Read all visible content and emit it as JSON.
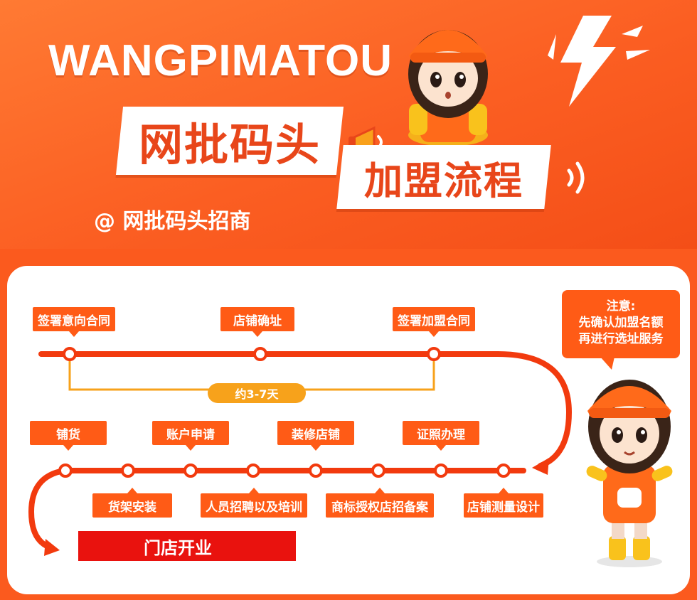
{
  "header": {
    "brand_en": "WANGPIMATOU",
    "title_main": "网批码头",
    "title_sub": "加盟流程",
    "handle": "@ 网批码头招商"
  },
  "flow": {
    "row1": [
      "签署意向合同",
      "店铺确址",
      "签署加盟合同"
    ],
    "duration": "约3-7天",
    "row2_top": [
      "铺货",
      "账户申请",
      "装修店铺",
      "证照办理"
    ],
    "row2_bottom": [
      "货架安装",
      "人员招聘以及培训",
      "商标授权店招备案",
      "店铺测量设计"
    ],
    "final": "门店开业"
  },
  "note": {
    "line1": "注意:",
    "line2": "先确认加盟名额",
    "line3": "再进行选址服务"
  },
  "colors": {
    "background": "#FB5A1E",
    "accent": "#FF5B16",
    "line": "#F23A0E",
    "bracket": "#F7A21B",
    "final": "#E9120E"
  },
  "icons": [
    "megaphone-icon",
    "lightning-icon",
    "sound-wave-icon",
    "mascot-girl",
    "mascot-figure"
  ]
}
